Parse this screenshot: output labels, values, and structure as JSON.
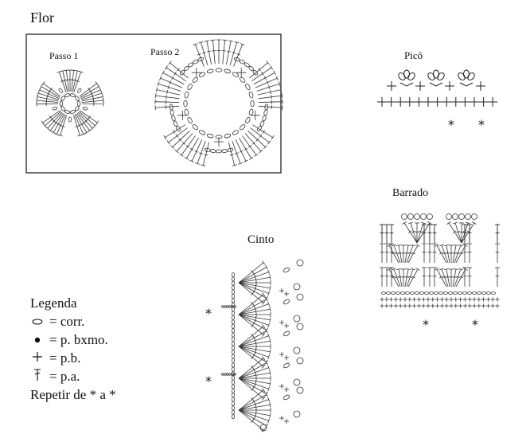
{
  "flor": {
    "title": "Flor",
    "step1": "Passo 1",
    "step2": "Passo 2"
  },
  "pico": {
    "title": "Picô"
  },
  "barrado": {
    "title": "Barrado"
  },
  "cinto": {
    "title": "Cinto"
  },
  "legend": {
    "title": "Legenda",
    "items": [
      {
        "symbol": "chain-oval",
        "text": "= corr."
      },
      {
        "symbol": "dot",
        "text": "= p. bxmo."
      },
      {
        "symbol": "plus",
        "text": "= p.b."
      },
      {
        "symbol": "tall-stitch",
        "text": "= p.a."
      }
    ],
    "repeat": "Repetir de * a *"
  }
}
